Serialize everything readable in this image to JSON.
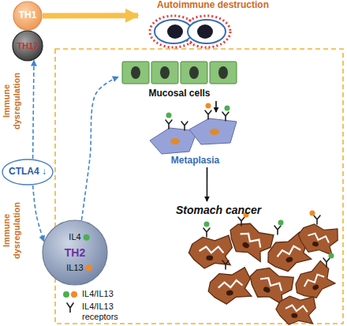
{
  "diagram": {
    "nodes": [
      {
        "text": [
          "TH1"
        ]
      },
      {
        "text": [
          "TH17"
        ]
      },
      {
        "text": [
          "Autoimmune destruction"
        ]
      },
      {
        "text": [
          "CTLA4 ↓"
        ]
      },
      {
        "text": [
          "IL4",
          "TH2",
          "IL13"
        ]
      },
      {
        "text": [
          "Mucosal cells"
        ]
      },
      {
        "text": [
          "Metaplasia"
        ]
      },
      {
        "text": [
          "Stomach cancer"
        ]
      }
    ],
    "edges": [
      {
        "from": 0,
        "to": 2,
        "arrow": "to"
      },
      {
        "from": 3,
        "to": 1,
        "label": "Immune dysregulation",
        "arrow": "to"
      },
      {
        "from": 3,
        "to": 4,
        "label": "Immune dysregulation",
        "arrow": "to"
      },
      {
        "from": 4,
        "to": 5,
        "arrow": "to"
      },
      {
        "from": 5,
        "to": 6,
        "arrow": "to"
      },
      {
        "from": 6,
        "to": 7,
        "arrow": "to"
      }
    ],
    "legend": [
      {
        "text": "IL4/IL13"
      },
      {
        "text": "IL4/IL13 receptors"
      }
    ]
  }
}
